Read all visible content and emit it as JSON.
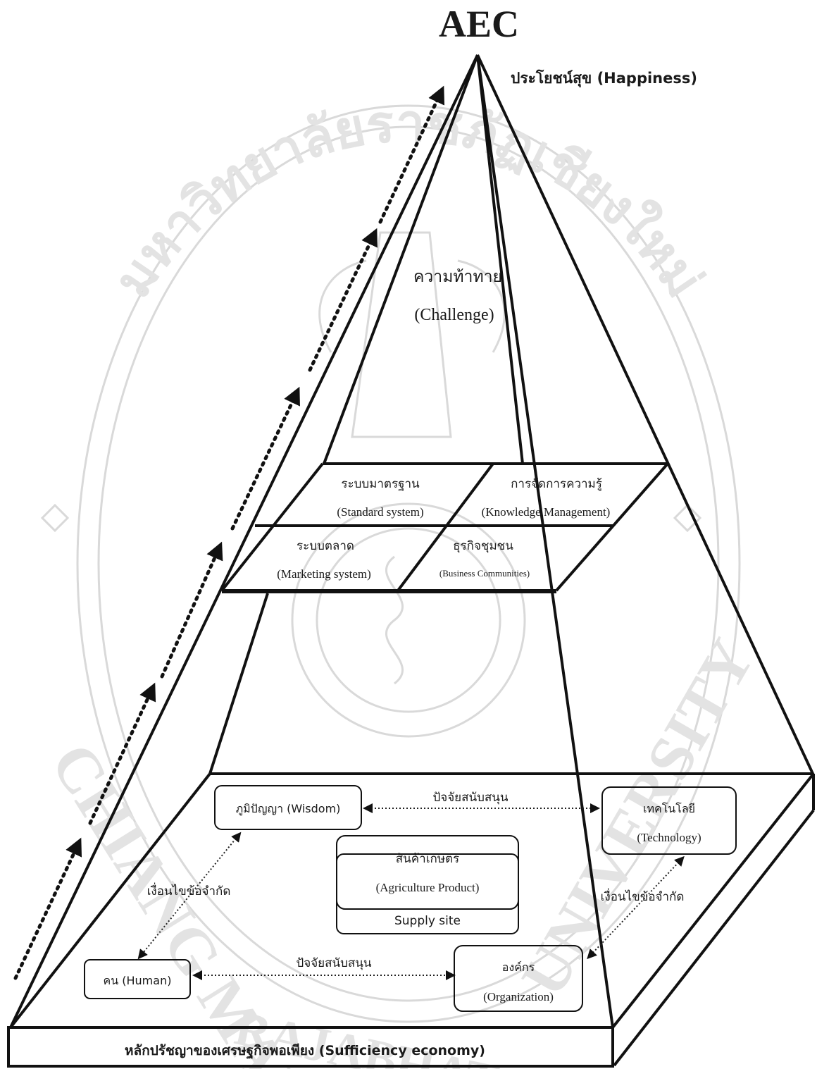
{
  "title": "AEC",
  "apex_label": "ประโยชน์สุข (Happiness)",
  "challenge": {
    "thai": "ความท้าทาย",
    "english": "(Challenge)"
  },
  "middle_cells": [
    {
      "thai": "ระบบมาตรฐาน",
      "english": "(Standard system)"
    },
    {
      "thai": "การจัดการความรู้",
      "english": "(Knowledge Management)"
    },
    {
      "thai": "ระบบตลาด",
      "english": "(Marketing system)"
    },
    {
      "thai": "ธุรกิจชุมชน",
      "english": "(Business Communities)"
    }
  ],
  "base": {
    "wisdom": "ภูมิปัญญา (Wisdom)",
    "technology": {
      "thai": "เทคโนโลยี",
      "english": "(Technology)"
    },
    "agriculture": {
      "thai": "สินค้าเกษตร",
      "english": "(Agriculture Product)"
    },
    "supply": "Supply site",
    "human": "คน (Human)",
    "organization": {
      "thai": "องค์กร",
      "english": "(Organization)"
    },
    "support_top": "ปัจจัยสนับสนุน",
    "support_bottom": "ปัจจัยสนับสนุน",
    "constraint_left": "เงื่อนไขข้อจำกัด",
    "constraint_right": "เงื่อนไขข้อจำกัด"
  },
  "footer": "หลักปรัชญาของเศรษฐกิจพอเพียง (Sufficiency economy)",
  "watermark": {
    "top_text": "มหาวิทยาลัยราชภัฏเชียงใหม่",
    "left_text": "CHIANG MAI",
    "right_text": "UNIVERSITY",
    "bottom_text": "RAJABHAT"
  }
}
